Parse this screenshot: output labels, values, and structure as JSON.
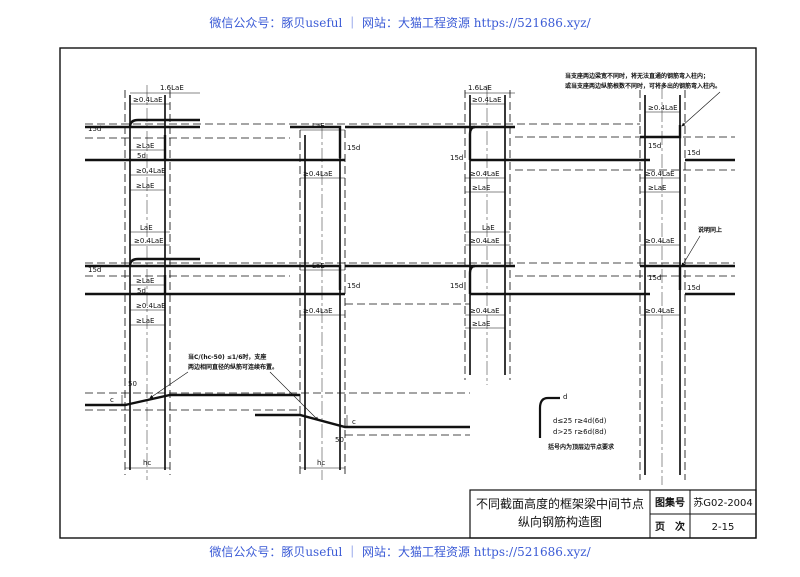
{
  "watermark": {
    "text": "微信公众号：豚贝useful ｜ 网站：大猫工程资源 https://521686.xyz/"
  },
  "drawing": {
    "dims": {
      "l16": "1.6LaE",
      "l04": "≥0.4LaE",
      "lae": "LaE",
      "gelae": "≥LaE",
      "d15": "15d",
      "d5": "5d",
      "hc": "hc",
      "c": "c",
      "n50": "50",
      "d": "d"
    },
    "notes": {
      "top_right_1": "当支座两边梁宽不同时，将无法直通的钢筋弯入柱内；",
      "top_right_2": "或当支座两边纵筋根数不同时，可将多出的钢筋弯入柱内。",
      "same_above": "说明同上",
      "slope_1": "当C/(hc-50) ≤1/6时，支座",
      "slope_2": "两边相同直径的纵筋可连续布置。",
      "bend_1": "d≤25 r≥4d(6d)",
      "bend_2": "d>25 r≥6d(8d)",
      "bend_3": "括号内为顶层边节点要求"
    },
    "title_block": {
      "title_line1": "不同截面高度的框架梁中间节点",
      "title_line2": "纵向钢筋构造图",
      "atlas_label": "图集号",
      "atlas_value": "苏G02-2004",
      "page_label": "页　次",
      "page_value": "2-15"
    }
  }
}
